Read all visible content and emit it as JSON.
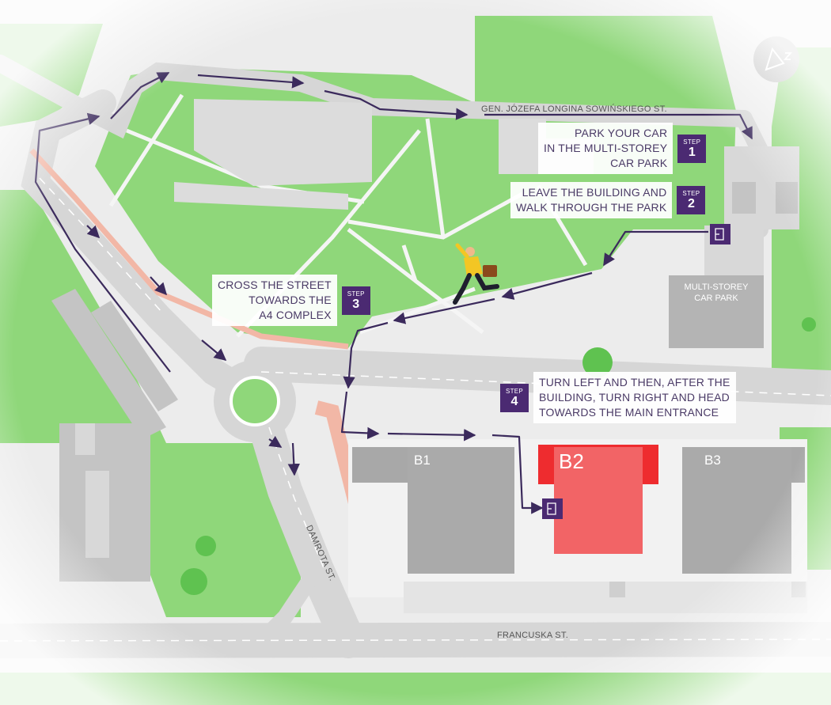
{
  "streets": {
    "top": "GEN. JÓZEFA LONGINA SOWIŃSKIEGO ST.",
    "left": "DAMROTA ST.",
    "bottom": "FRANCUSKA ST."
  },
  "buildings": {
    "b1": "B1",
    "b2": "B2",
    "b3": "B3"
  },
  "car_park": {
    "label": "MULTI-STOREY\nCAR PARK"
  },
  "steps": [
    {
      "word": "STEP",
      "number": "1",
      "text": "PARK YOUR CAR\nIN THE MULTI-STOREY\nCAR PARK"
    },
    {
      "word": "STEP",
      "number": "2",
      "text": "LEAVE THE BUILDING AND\nWALK THROUGH THE PARK"
    },
    {
      "word": "STEP",
      "number": "3",
      "text": "CROSS THE STREET\nTOWARDS THE\nA4 COMPLEX"
    },
    {
      "word": "STEP",
      "number": "4",
      "text": "TURN LEFT AND THEN, AFTER THE\nBUILDING, TURN RIGHT AND HEAD\nTOWARDS THE MAIN ENTRANCE"
    }
  ],
  "icons": {
    "compass": "compass-icon",
    "entrance": "entrance-door-icon",
    "walker": "walking-person-icon"
  },
  "colors": {
    "route": "#3b2a5c",
    "step_badge": "#4b2a72",
    "highlight_building": "#f26466",
    "park": "#8fd77a",
    "road": "#dedede",
    "building": "#aaaaaa"
  }
}
